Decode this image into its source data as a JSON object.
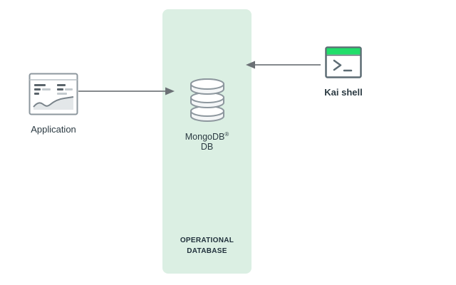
{
  "diagram": {
    "nodes": {
      "application": {
        "label": "Application"
      },
      "mongodb": {
        "name": "MongoDB",
        "registered_mark": "®",
        "label_line2": "DB"
      },
      "kai_shell": {
        "label": "Kai shell"
      }
    },
    "panel": {
      "title_line1": "OPERATIONAL",
      "title_line2": "DATABASE",
      "background_color": "#dbefe3"
    },
    "connections": [
      {
        "from": "application",
        "to": "mongodb",
        "direction": "right"
      },
      {
        "from": "kai_shell",
        "to": "operational-database-panel",
        "direction": "left"
      }
    ],
    "colors": {
      "arrow": "#85898d",
      "terminal_title_bar_green": "#21de6a",
      "icon_outline_dark": "#5d6c74",
      "icon_outline_light": "#8d979e",
      "text": "#21313c",
      "panel_green": "#dbefe3"
    }
  }
}
